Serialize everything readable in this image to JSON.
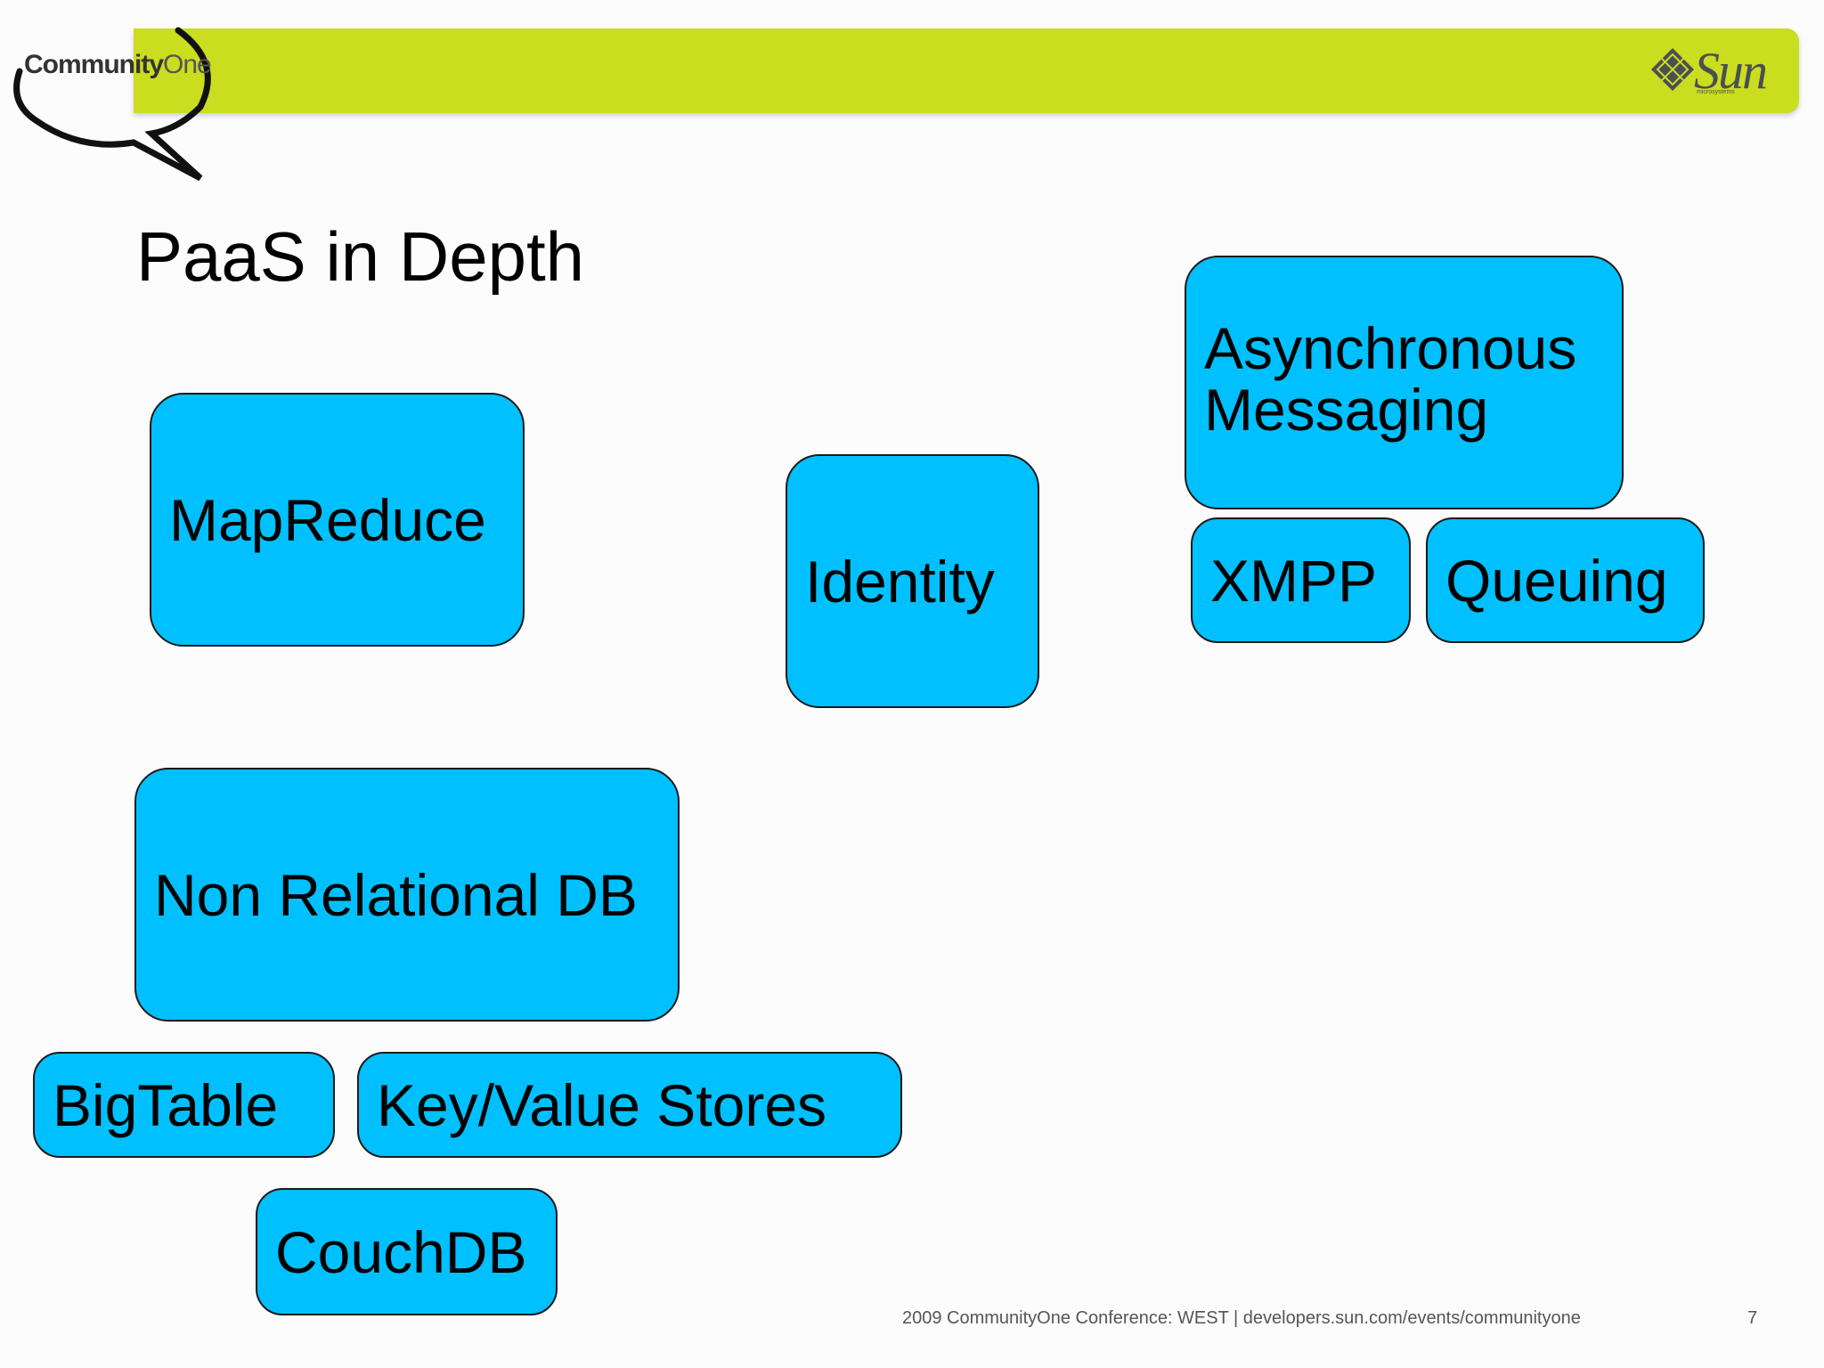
{
  "header": {
    "logo": {
      "bold": "Community",
      "light": "One"
    },
    "brand": {
      "word": "Sun",
      "sub": "microsystems"
    }
  },
  "slide": {
    "title": "PaaS in Depth"
  },
  "boxes": {
    "mapreduce": "MapReduce",
    "identity": "Identity",
    "async_line1": "Asynchronous",
    "async_line2": "Messaging",
    "xmpp": "XMPP",
    "queuing": "Queuing",
    "nonrelational": "Non Relational DB",
    "bigtable": "BigTable",
    "keyvalue": "Key/Value Stores",
    "couchdb": "CouchDB"
  },
  "footer": {
    "text": "2009 CommunityOne Conference: WEST   |   developers.sun.com/events/communityone",
    "page": "7"
  },
  "colors": {
    "header_bar": "#cadd1e",
    "box_fill": "#00c0ff",
    "box_border": "#1a1a1a"
  }
}
